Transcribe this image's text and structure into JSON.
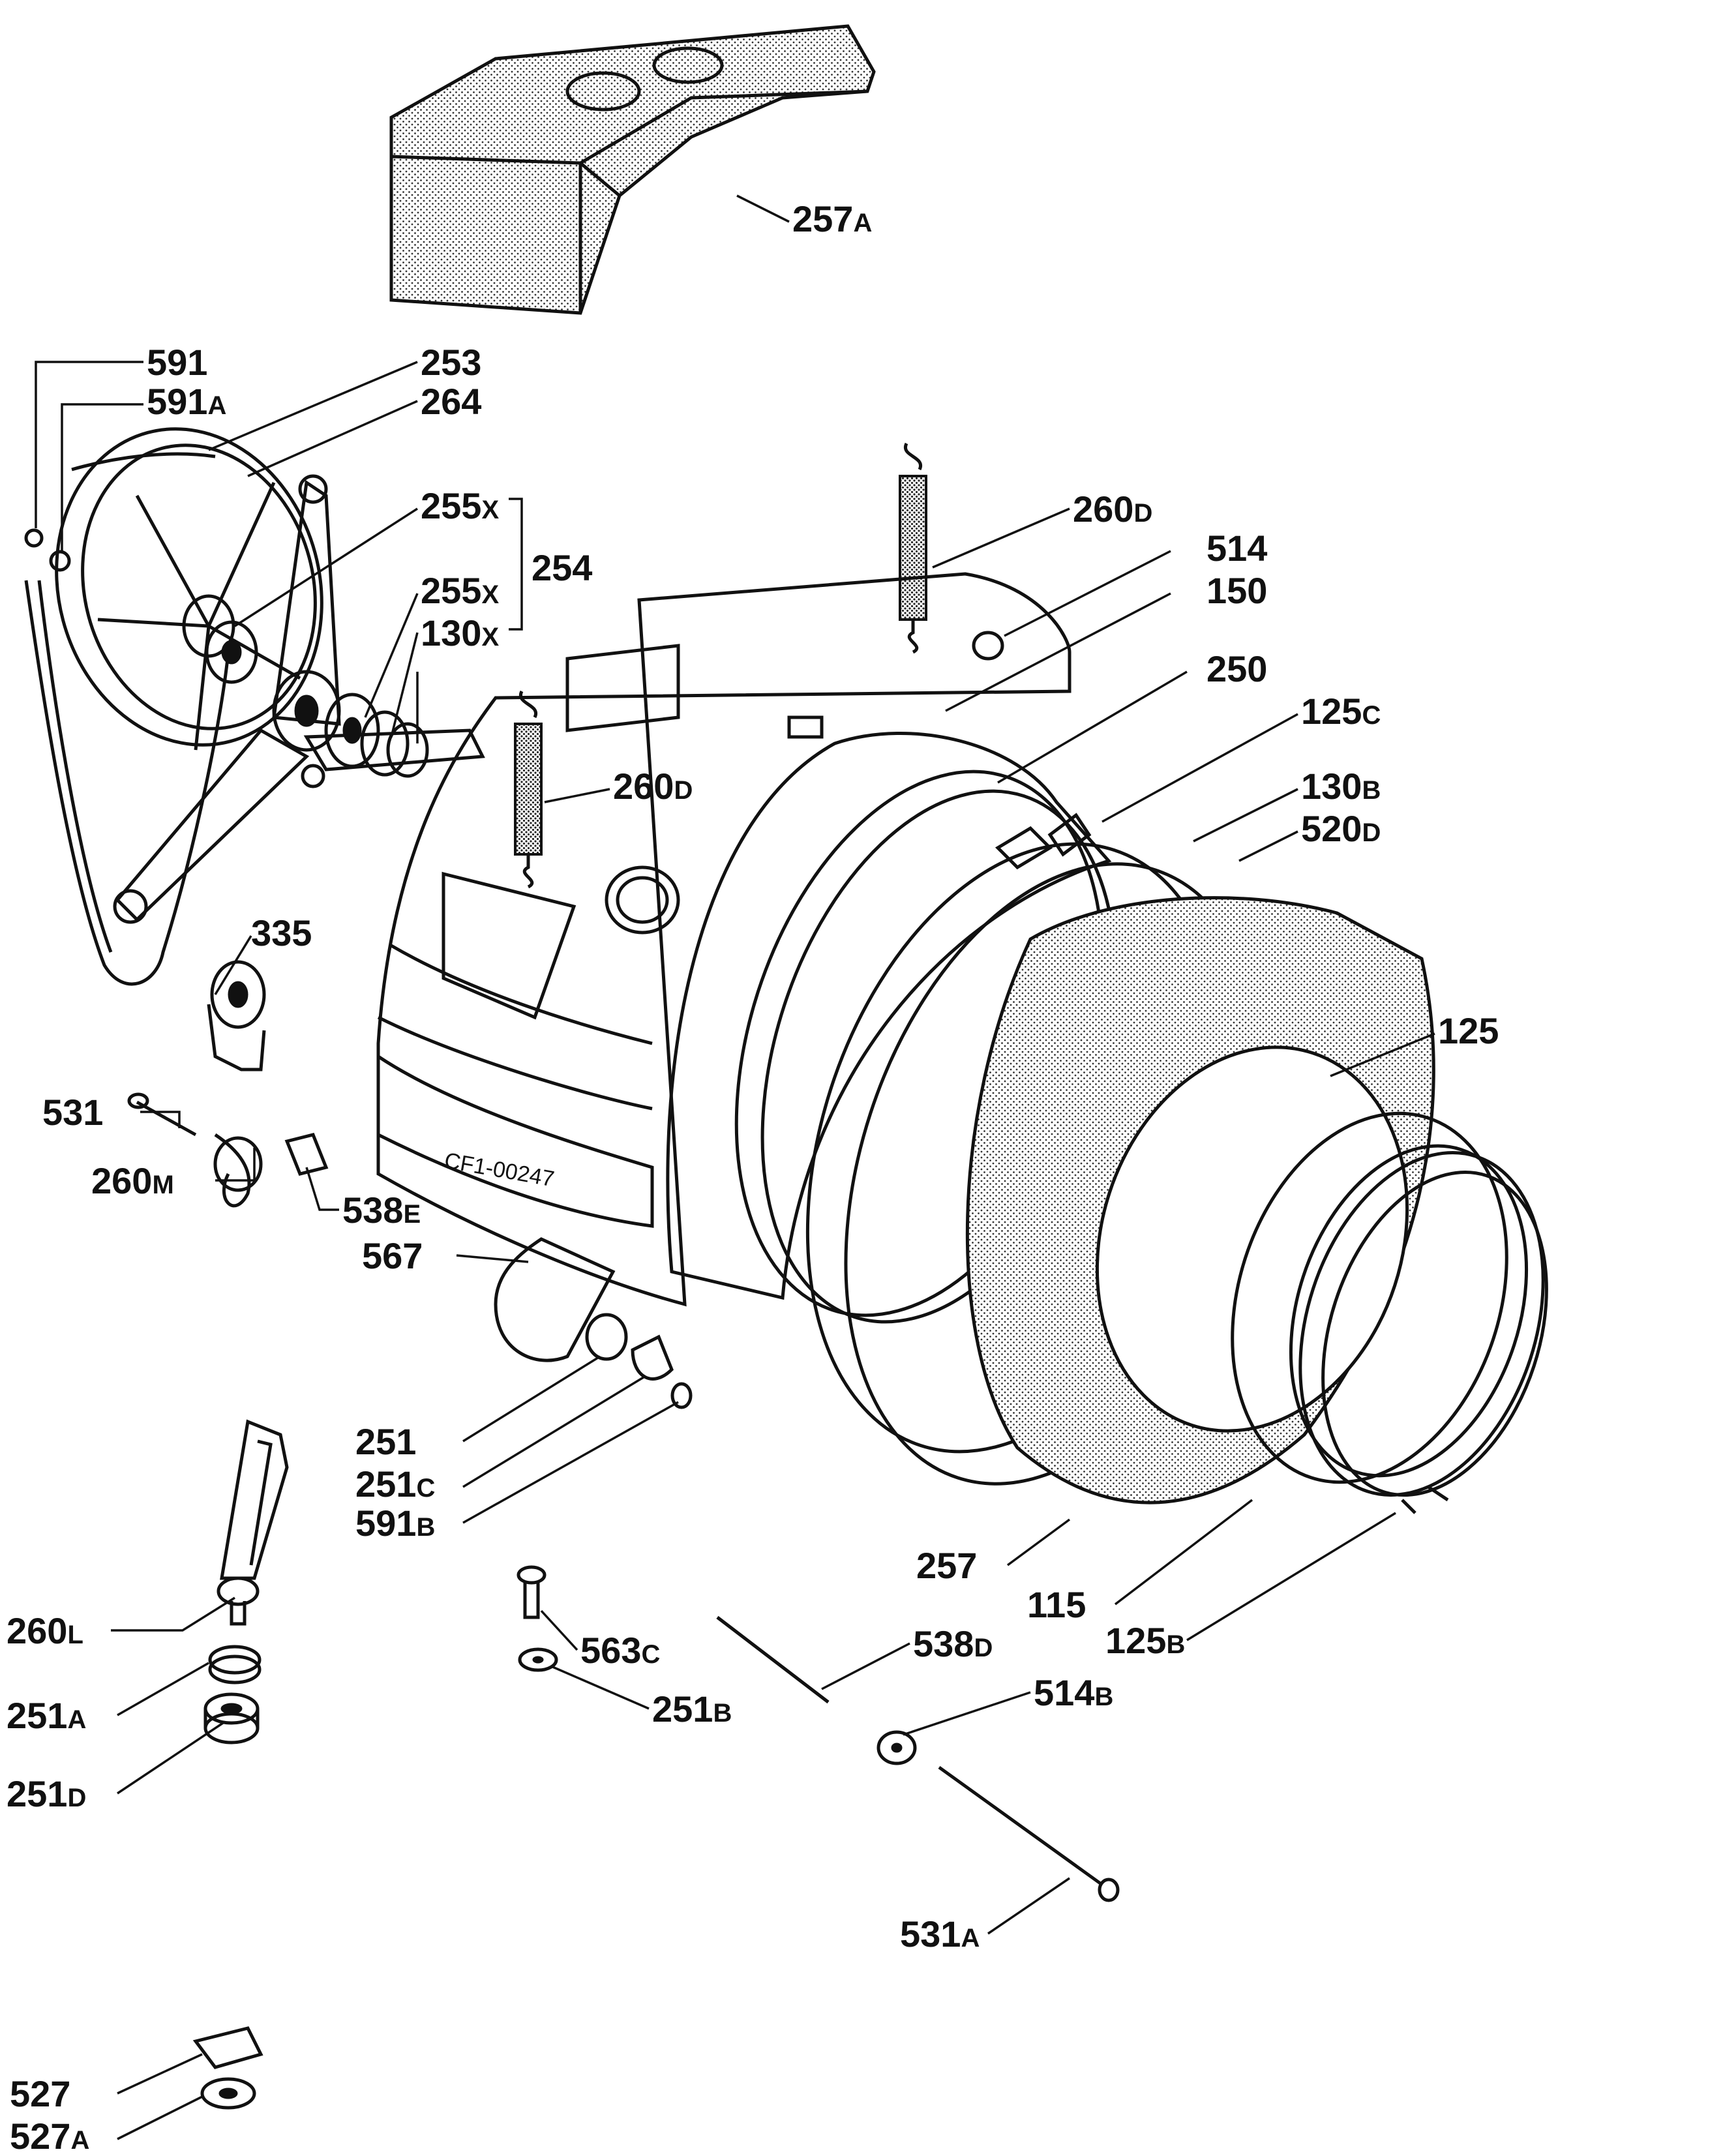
{
  "diagram": {
    "stamp": "CF1-00247",
    "callouts": [
      {
        "id": "257a",
        "num": "257",
        "sfx": "A"
      },
      {
        "id": "591",
        "num": "591",
        "sfx": ""
      },
      {
        "id": "591a",
        "num": "591",
        "sfx": "A"
      },
      {
        "id": "253",
        "num": "253",
        "sfx": ""
      },
      {
        "id": "264",
        "num": "264",
        "sfx": ""
      },
      {
        "id": "255x-1",
        "num": "255",
        "sfx": "X"
      },
      {
        "id": "255x-2",
        "num": "255",
        "sfx": "X"
      },
      {
        "id": "254",
        "num": "254",
        "sfx": ""
      },
      {
        "id": "130x",
        "num": "130",
        "sfx": "X"
      },
      {
        "id": "260d-1",
        "num": "260",
        "sfx": "D"
      },
      {
        "id": "514",
        "num": "514",
        "sfx": ""
      },
      {
        "id": "150",
        "num": "150",
        "sfx": ""
      },
      {
        "id": "250",
        "num": "250",
        "sfx": ""
      },
      {
        "id": "125c",
        "num": "125",
        "sfx": "C"
      },
      {
        "id": "260d-2",
        "num": "260",
        "sfx": "D"
      },
      {
        "id": "130b",
        "num": "130",
        "sfx": "B"
      },
      {
        "id": "520d",
        "num": "520",
        "sfx": "D"
      },
      {
        "id": "335",
        "num": "335",
        "sfx": ""
      },
      {
        "id": "125",
        "num": "125",
        "sfx": ""
      },
      {
        "id": "531",
        "num": "531",
        "sfx": ""
      },
      {
        "id": "260m",
        "num": "260",
        "sfx": "M"
      },
      {
        "id": "538e",
        "num": "538",
        "sfx": "E"
      },
      {
        "id": "567",
        "num": "567",
        "sfx": ""
      },
      {
        "id": "251",
        "num": "251",
        "sfx": ""
      },
      {
        "id": "251c",
        "num": "251",
        "sfx": "C"
      },
      {
        "id": "591b",
        "num": "591",
        "sfx": "B"
      },
      {
        "id": "257",
        "num": "257",
        "sfx": ""
      },
      {
        "id": "115",
        "num": "115",
        "sfx": ""
      },
      {
        "id": "125b",
        "num": "125",
        "sfx": "B"
      },
      {
        "id": "260l",
        "num": "260",
        "sfx": "L"
      },
      {
        "id": "563c",
        "num": "563",
        "sfx": "C"
      },
      {
        "id": "538d",
        "num": "538",
        "sfx": "D"
      },
      {
        "id": "251a",
        "num": "251",
        "sfx": "A"
      },
      {
        "id": "514b",
        "num": "514",
        "sfx": "B"
      },
      {
        "id": "251b",
        "num": "251",
        "sfx": "B"
      },
      {
        "id": "251d",
        "num": "251",
        "sfx": "D"
      },
      {
        "id": "531a",
        "num": "531",
        "sfx": "A"
      },
      {
        "id": "527",
        "num": "527",
        "sfx": ""
      },
      {
        "id": "527a",
        "num": "527",
        "sfx": "A"
      }
    ]
  }
}
